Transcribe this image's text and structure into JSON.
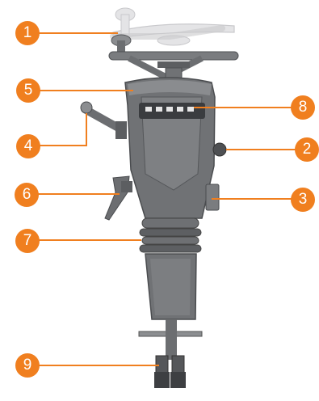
{
  "colors": {
    "callout": "#F07F1F",
    "leader": "#F07F1F",
    "body": "#707275",
    "body_dark": "#55575a",
    "body_light": "#9a9c9f",
    "ghost": "#dcdcde"
  },
  "callouts": [
    {
      "id": "c1",
      "label": "1"
    },
    {
      "id": "c2",
      "label": "2"
    },
    {
      "id": "c3",
      "label": "3"
    },
    {
      "id": "c4",
      "label": "4"
    },
    {
      "id": "c5",
      "label": "5"
    },
    {
      "id": "c6",
      "label": "6"
    },
    {
      "id": "c7",
      "label": "7"
    },
    {
      "id": "c8",
      "label": "8"
    },
    {
      "id": "c9",
      "label": "9"
    }
  ]
}
